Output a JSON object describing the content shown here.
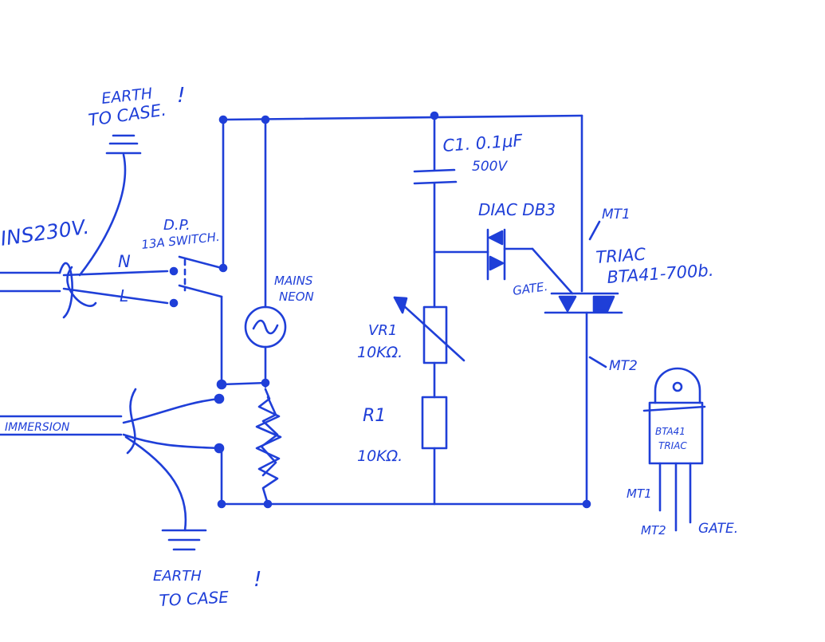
{
  "ink_color": "#1f3fd8",
  "background_color": "#ffffff",
  "labels": {
    "earth_top": "EARTH",
    "earth_top_2": "TO CASE.",
    "earth_top_bang": "!",
    "mains": "INS230V.",
    "dp": "D.P.",
    "dp_2": "13A SWITCH.",
    "n": "N",
    "l": "L",
    "mains_neon": "MAINS",
    "mains_neon_2": "NEON",
    "immersion": "IMMERSION",
    "earth_bottom": "EARTH",
    "earth_bottom_2": "TO CASE",
    "earth_bottom_bang": "!",
    "c1": "C1. 0.1μF",
    "c1_2": "500V",
    "diac": "DIAC DB3",
    "mt1": "MT1",
    "triac": "TRIAC",
    "triac_2": "BTA41-700b.",
    "gate": "GATE.",
    "mt2": "MT2",
    "vr1": "VR1",
    "vr1_val": "10KΩ.",
    "r1": "R1",
    "r1_val": "10KΩ.",
    "pkg_line1": "BTA41",
    "pkg_line2": "TRIAC",
    "pin_mt1": "MT1",
    "pin_mt2": "MT2",
    "pin_gate": "GATE."
  }
}
